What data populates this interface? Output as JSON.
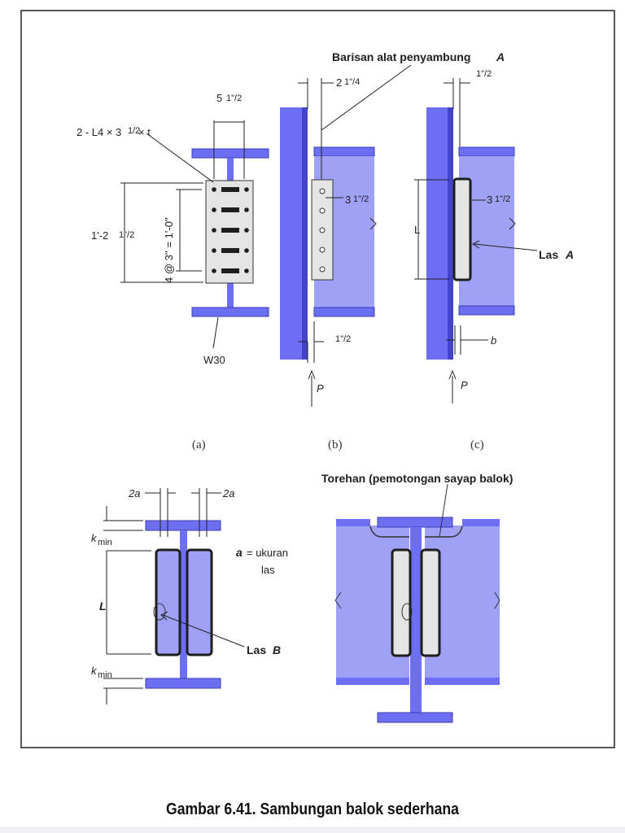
{
  "figure": {
    "caption": "Gambar 6.41. Sambungan balok sederhana",
    "colors": {
      "steel": "#6c6ff2",
      "steel_light": "#9ea1f5",
      "plate": "#e4e4e4",
      "ink": "#1f1f1f"
    },
    "panel_a": {
      "label": "(a)",
      "angle_label": "2 - L4 × 3",
      "angle_frac": "1/2",
      "angle_suffix": "× t",
      "width_whole": "5",
      "width_frac": "1\"/2",
      "height_whole": "1'-2",
      "height_frac": "1\"/2",
      "spacing_label": "4 @ 3'' = 1'-0''",
      "section_label": "W30"
    },
    "panel_b": {
      "label": "(b)",
      "title": "Barisan alat penyambung",
      "title_letter": "A",
      "top_whole": "2",
      "top_frac": "1\"/4",
      "mid_whole": "3",
      "mid_frac": "1\"/2",
      "bottom_frac": "1\"/2",
      "load": "P"
    },
    "panel_c": {
      "label": "(c)",
      "top_frac": "1\"/2",
      "mid_whole": "3",
      "mid_frac": "1\"/2",
      "length": "L",
      "weld": "Las",
      "weld_letter": "A",
      "gap": "b",
      "load": "P"
    },
    "panel_d": {
      "left_dim": "2a",
      "right_dim": "2a",
      "k_top": "k",
      "k_top_sub": "min",
      "k_bot": "k",
      "k_bot_sub": "min",
      "length": "L",
      "note_a": "a",
      "note_eq": "= ukuran",
      "note_line2": "las",
      "weld": "Las",
      "weld_letter": "B"
    },
    "panel_e": {
      "title": "Torehan (pemotongan sayap balok)"
    }
  }
}
